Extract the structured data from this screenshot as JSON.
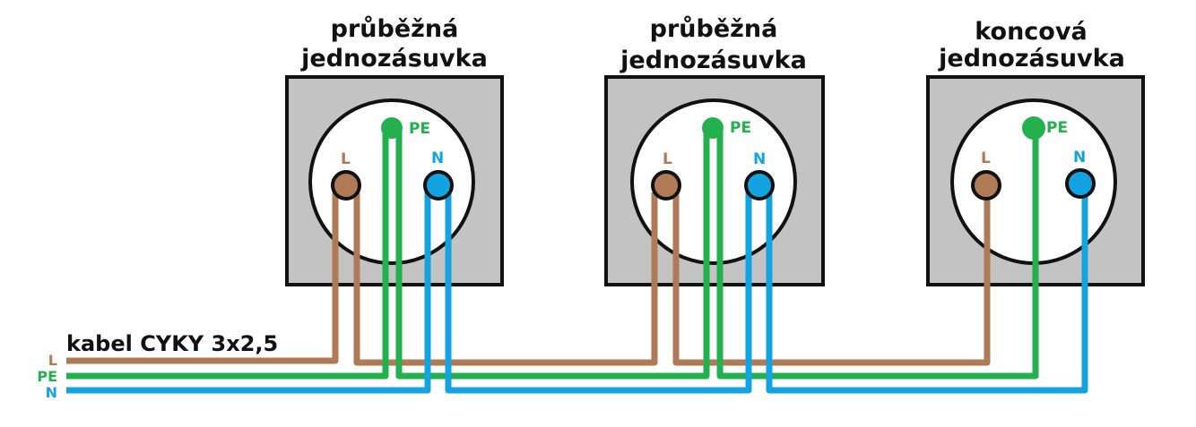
{
  "colors": {
    "L": "#b07a57",
    "PE": "#22b14c",
    "N": "#13a3e3",
    "plate": "#c3c3c3",
    "outline": "#111111",
    "title": "#111111"
  },
  "cable": {
    "label": "kabel CYKY 3x2,5",
    "legend": [
      "L",
      "PE",
      "N"
    ]
  },
  "sockets": [
    {
      "title_line1": "průběžná",
      "title_line2": "jednozásuvka",
      "term_L": "L",
      "term_PE": "PE",
      "term_N": "N"
    },
    {
      "title_line1": "průběžná",
      "title_line2": "jednozásuvka",
      "term_L": "L",
      "term_PE": "PE",
      "term_N": "N"
    },
    {
      "title_line1": "koncová",
      "title_line2": "jednozásuvka",
      "term_L": "L",
      "term_PE": "PE",
      "term_N": "N"
    }
  ]
}
